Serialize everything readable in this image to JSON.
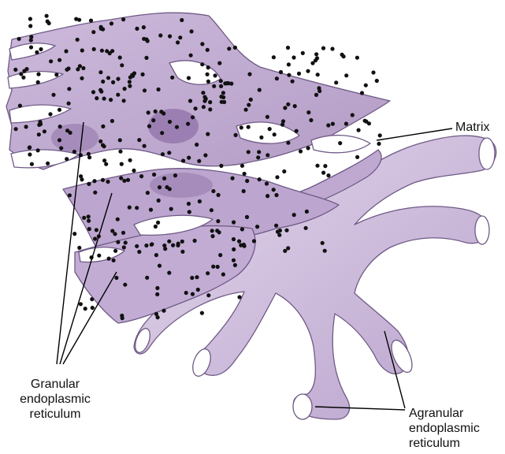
{
  "labels": {
    "matrix": "Matrix",
    "granular": [
      "Granular",
      "endoplasmic",
      "reticulum"
    ],
    "agranular": [
      "Agranular",
      "endoplasmic",
      "reticulum"
    ]
  },
  "colors": {
    "membrane_fill": "#c9b7d6",
    "membrane_light": "#ddd0e6",
    "membrane_dark": "#9b7fb2",
    "outline": "#6f5a86",
    "ribosome": "#111111",
    "leader_line": "#000000"
  }
}
